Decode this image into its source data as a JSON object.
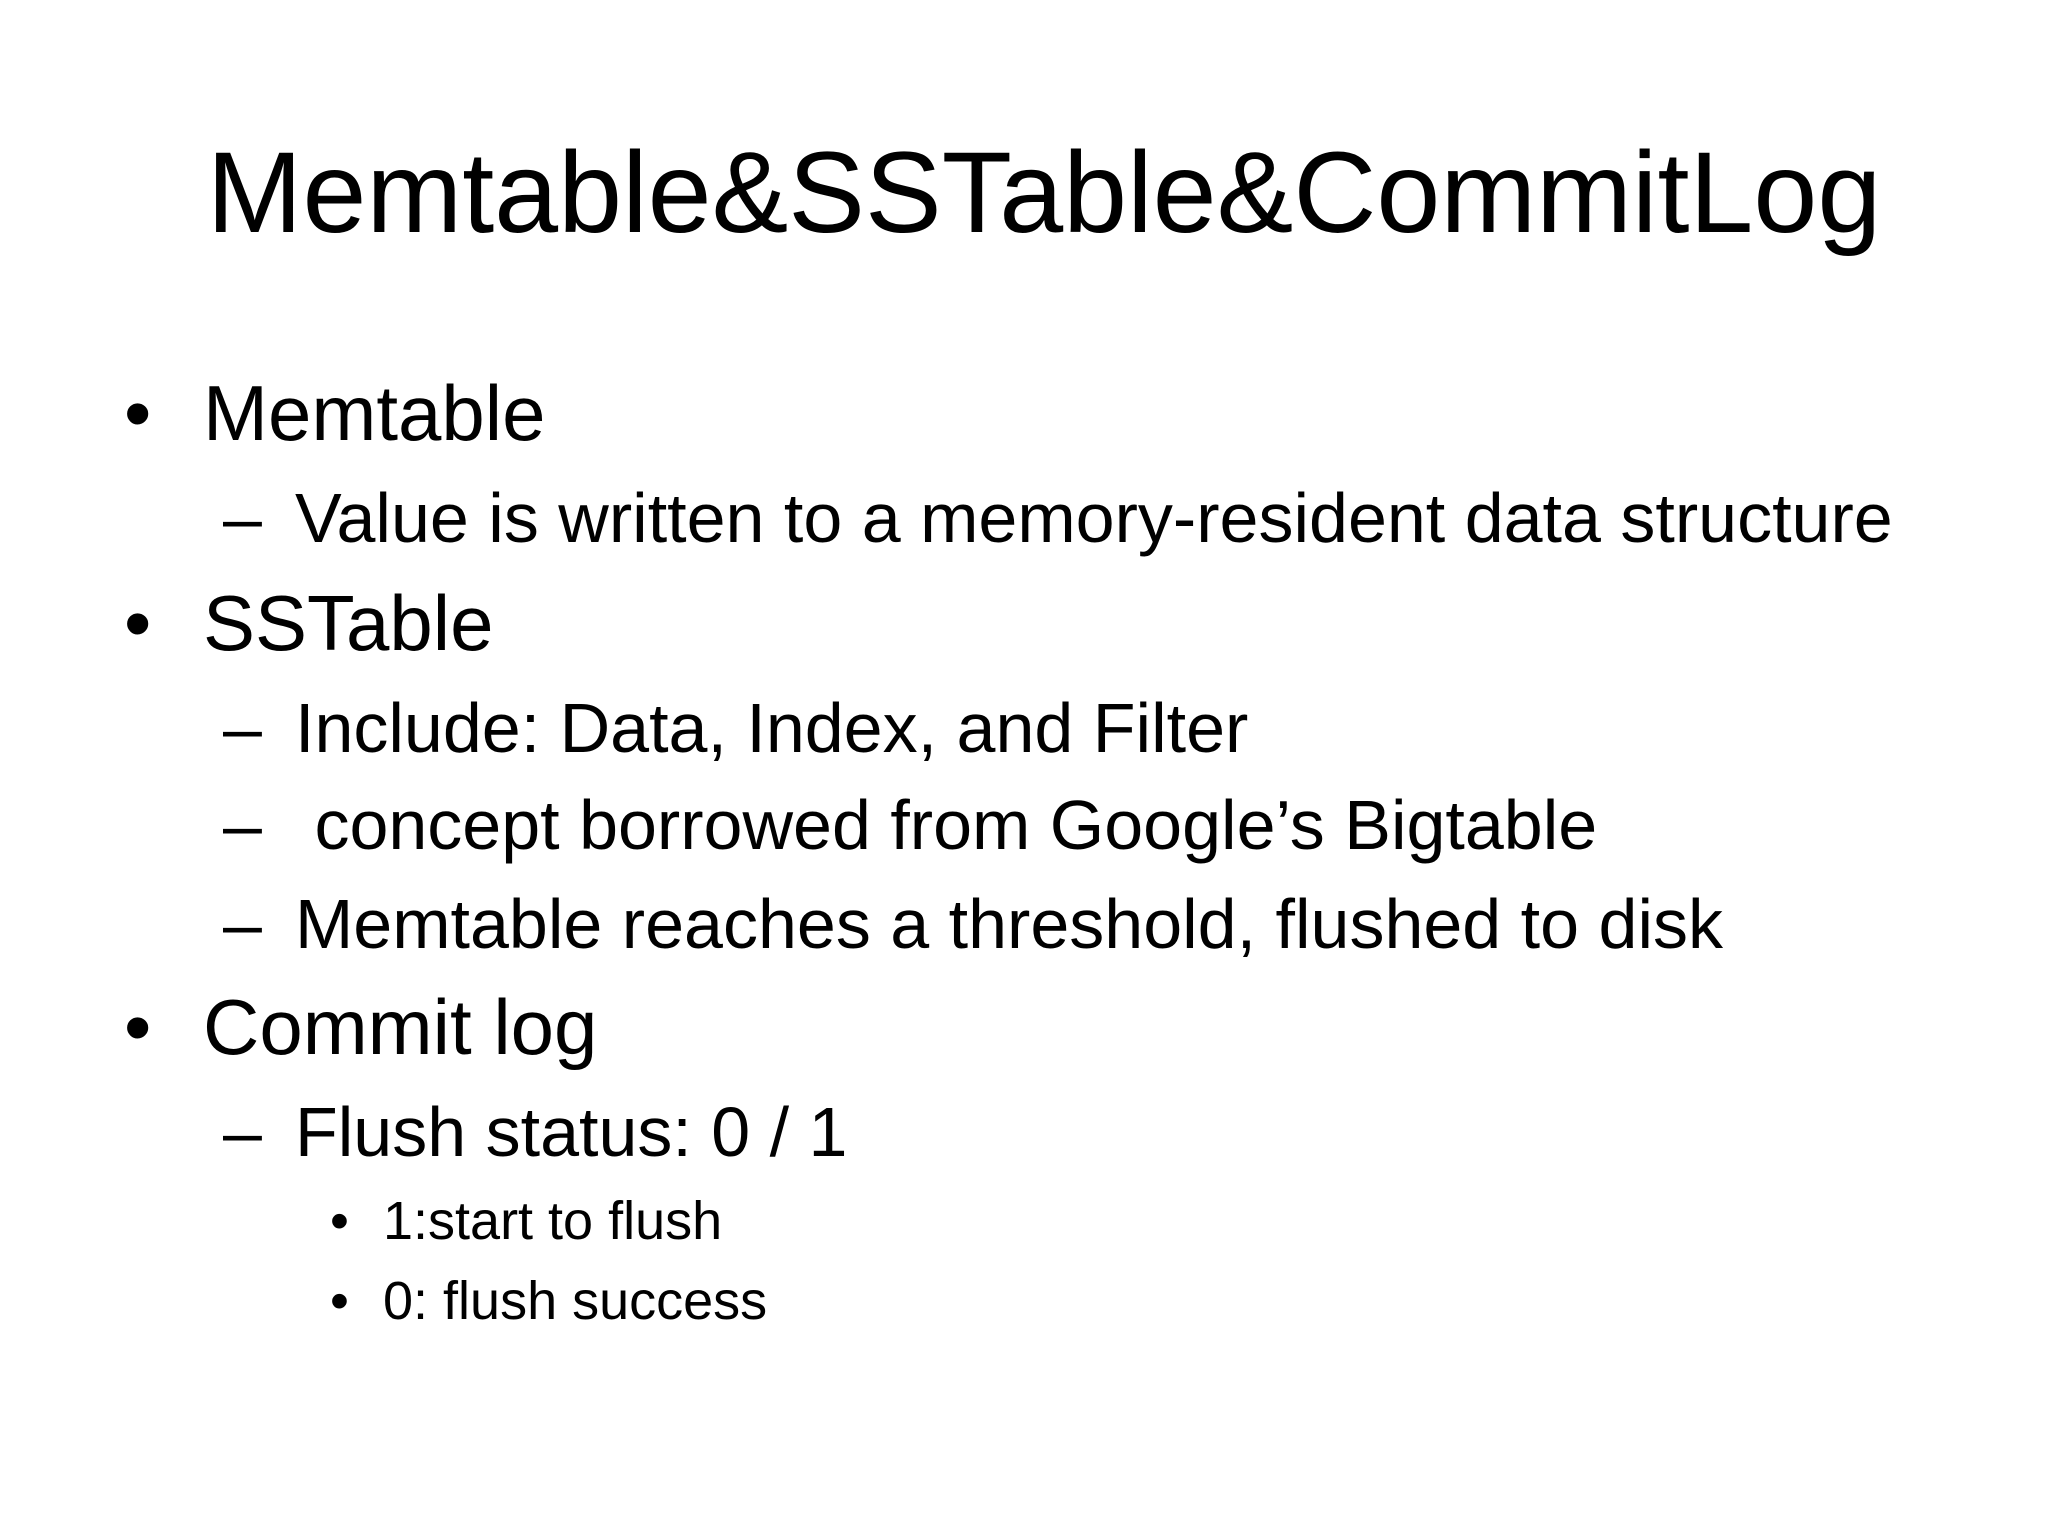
{
  "slide": {
    "title": "Memtable&SSTable&CommitLog",
    "colors": {
      "background": "#ffffff",
      "text": "#000000"
    },
    "items": [
      {
        "level": 1,
        "marker": "•",
        "text": "Memtable"
      },
      {
        "level": 2,
        "marker": "–",
        "text": "Value is written to a memory-resident data structure"
      },
      {
        "level": 1,
        "marker": "•",
        "text": "SSTable"
      },
      {
        "level": 2,
        "marker": "–",
        "text": "Include: Data, Index, and Filter"
      },
      {
        "level": 2,
        "marker": "–",
        "text": " concept borrowed from Google’s Bigtable"
      },
      {
        "level": 2,
        "marker": "–",
        "text": "Memtable reaches a threshold, flushed to disk"
      },
      {
        "level": 1,
        "marker": "•",
        "text": "Commit log"
      },
      {
        "level": 2,
        "marker": "–",
        "text": "Flush status: 0 / 1"
      },
      {
        "level": 3,
        "marker": "•",
        "text": "1:start to flush"
      },
      {
        "level": 3,
        "marker": "•",
        "text": "0: flush success"
      }
    ]
  }
}
